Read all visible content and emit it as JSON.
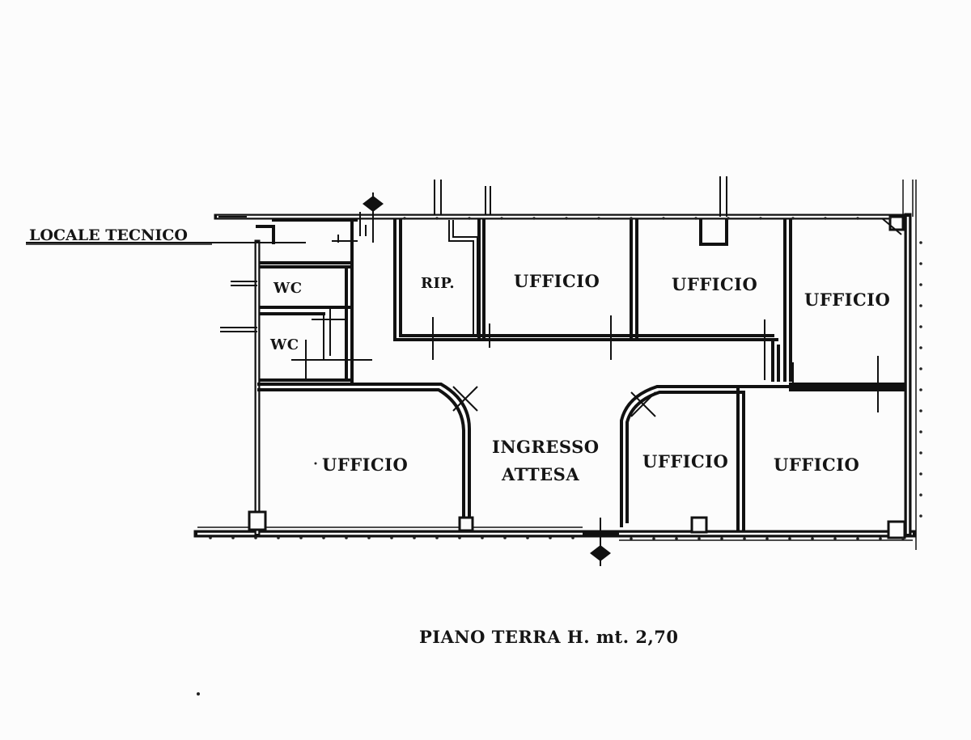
{
  "plan": {
    "side_label": "LOCALE TECNICO",
    "caption": "PIANO TERRA  H.  mt.  2,70",
    "rooms": {
      "wc_upper": "WC",
      "wc_lower": "WC",
      "rip": "RIP.",
      "ufficio_top_1": "UFFICIO",
      "ufficio_top_2": "UFFICIO",
      "ufficio_top_right": "UFFICIO",
      "ufficio_bottom_left": "UFFICIO",
      "ingresso_line1": "INGRESSO",
      "ingresso_line2": "ATTESA",
      "ufficio_bottom_mid": "UFFICIO",
      "ufficio_bottom_right": "UFFICIO"
    }
  }
}
